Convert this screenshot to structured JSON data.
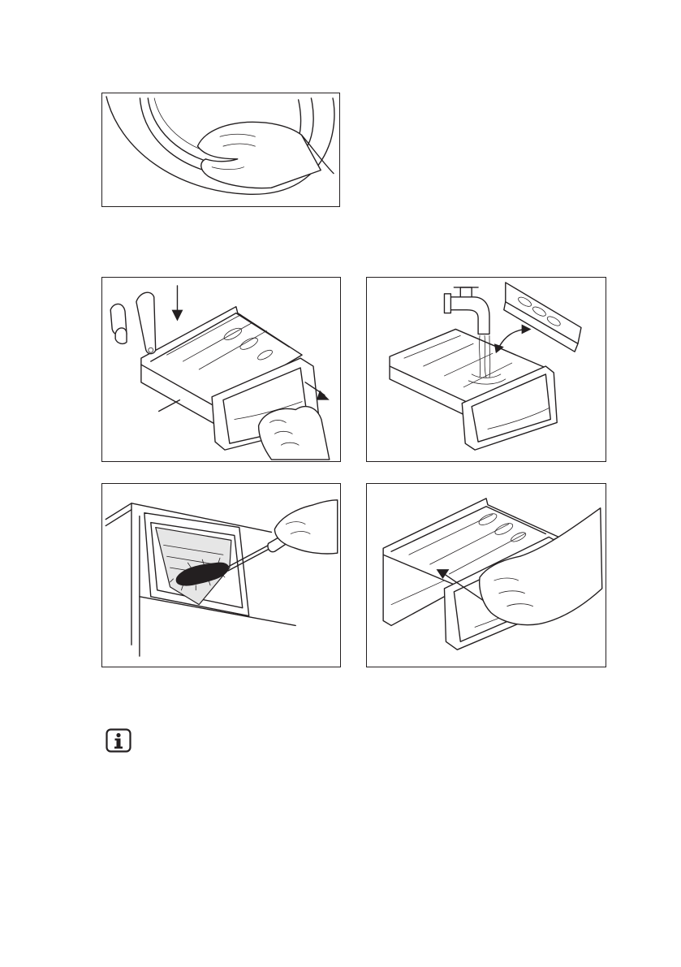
{
  "figures": [
    {
      "id": "p1",
      "icon": "hand-cleaning-door-seal-icon"
    },
    {
      "id": "p2",
      "icon": "remove-detergent-drawer-icon"
    },
    {
      "id": "p3",
      "icon": "rinse-drawer-under-tap-icon"
    },
    {
      "id": "p4",
      "icon": "brush-drawer-recess-icon"
    },
    {
      "id": "p5",
      "icon": "insert-detergent-drawer-icon"
    }
  ],
  "note": {
    "icon": "info-icon",
    "symbol": "i",
    "color": "#231f20"
  }
}
